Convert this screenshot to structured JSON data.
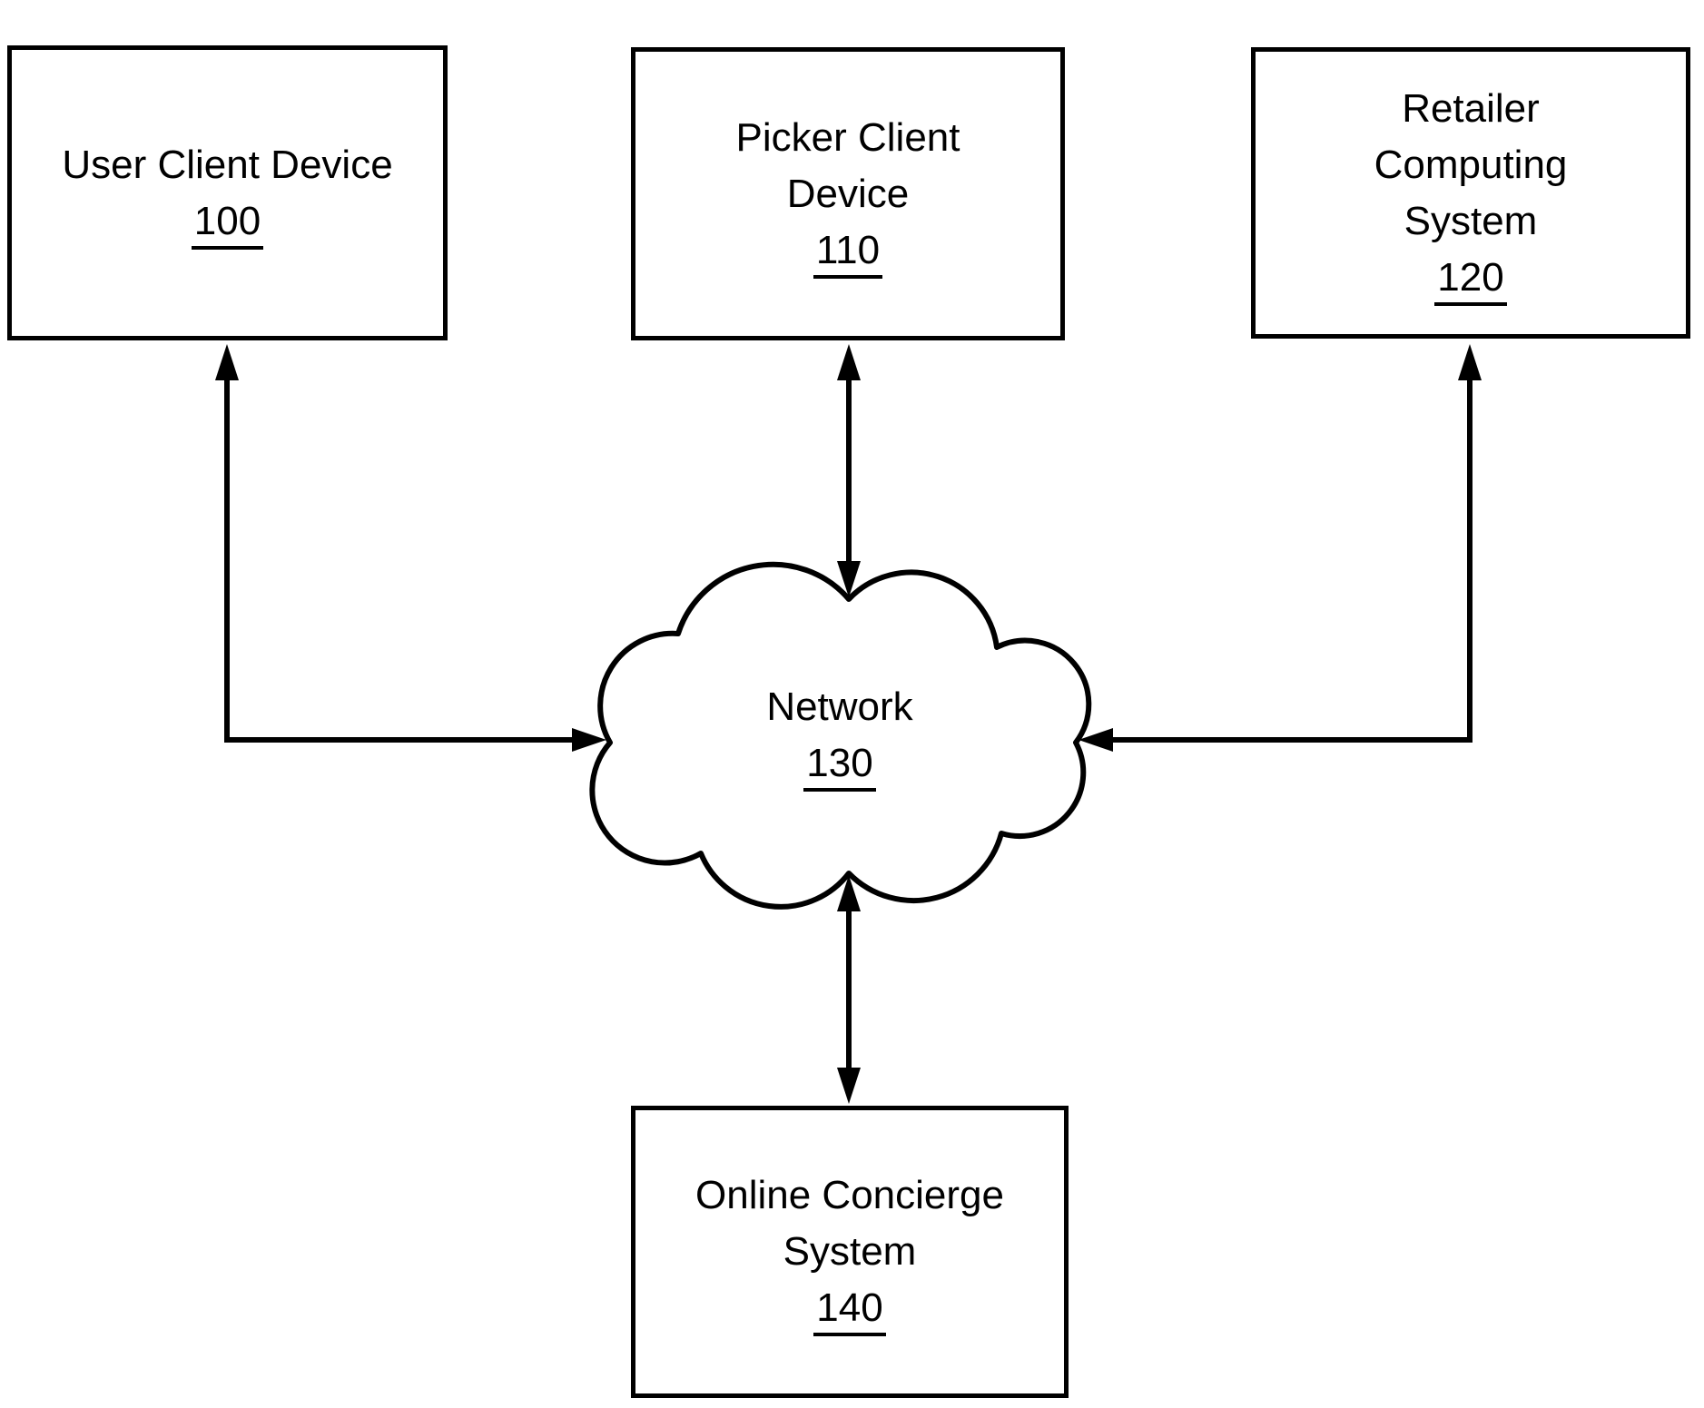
{
  "figure": {
    "boxes": {
      "user": {
        "line1": "User Client Device",
        "ref": "100"
      },
      "picker": {
        "line1": "Picker Client",
        "line2": "Device",
        "ref": "110"
      },
      "retailer": {
        "line1": "Retailer",
        "line2": "Computing",
        "line3": "System",
        "ref": "120"
      },
      "online": {
        "line1": "Online Concierge",
        "line2": "System",
        "ref": "140"
      }
    },
    "cloud": {
      "label": "Network",
      "ref": "130"
    },
    "colors": {
      "ink": "#000000",
      "paper": "#ffffff"
    }
  }
}
